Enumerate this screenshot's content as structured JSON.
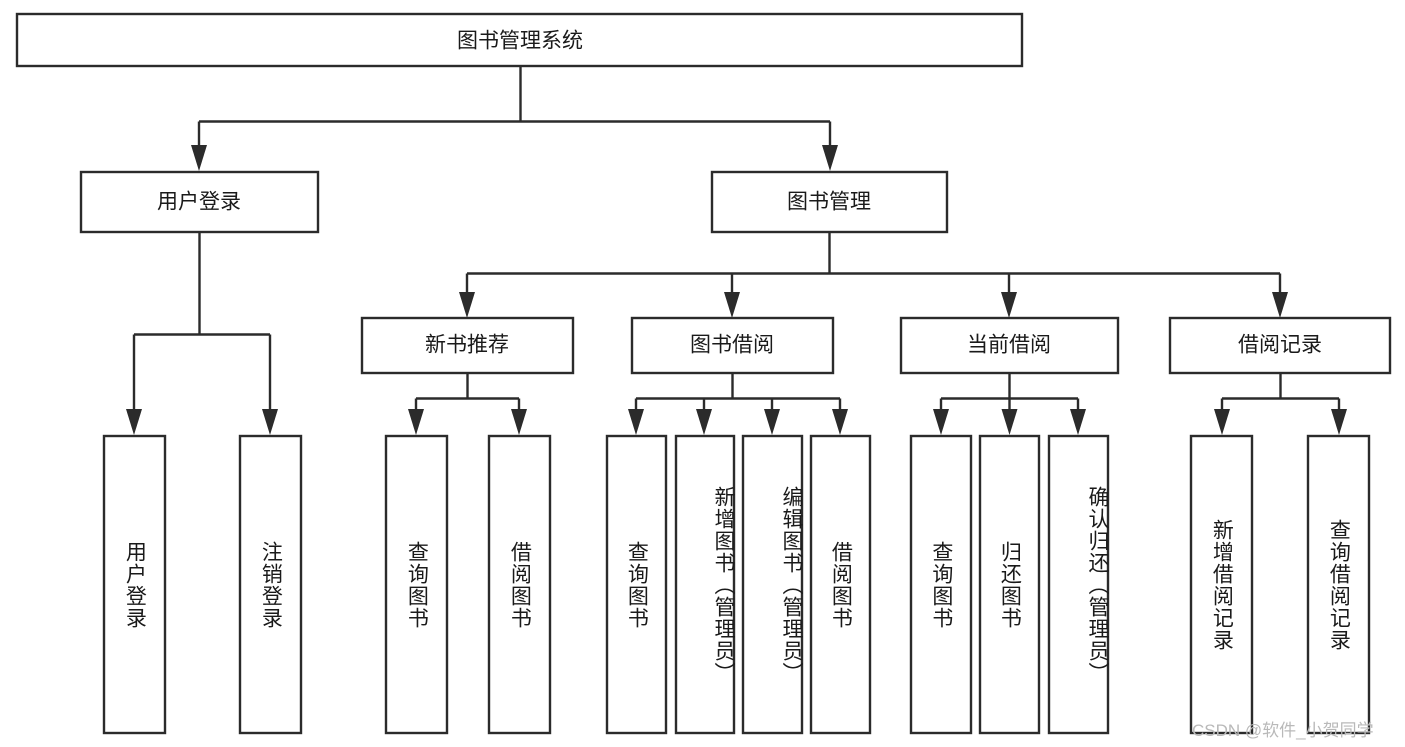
{
  "diagram": {
    "title": "图书管理系统",
    "type": "tree-hierarchy",
    "root": {
      "label": "图书管理系统",
      "orientation": "horizontal"
    },
    "level1": [
      {
        "label": "用户登录",
        "orientation": "horizontal"
      },
      {
        "label": "图书管理",
        "orientation": "horizontal"
      }
    ],
    "level2": [
      {
        "label": "新书推荐",
        "orientation": "horizontal"
      },
      {
        "label": "图书借阅",
        "orientation": "horizontal"
      },
      {
        "label": "当前借阅",
        "orientation": "horizontal"
      },
      {
        "label": "借阅记录",
        "orientation": "horizontal"
      }
    ],
    "leaves": {
      "user_login": [
        {
          "label": "用户登录",
          "orientation": "vertical"
        },
        {
          "label": "注销登录",
          "orientation": "vertical"
        }
      ],
      "new_book_recommend": [
        {
          "label": "查询图书",
          "orientation": "vertical"
        },
        {
          "label": "借阅图书",
          "orientation": "vertical"
        }
      ],
      "book_borrow": [
        {
          "label": "查询图书",
          "orientation": "vertical"
        },
        {
          "label": "新增图书（管理员）",
          "orientation": "vertical"
        },
        {
          "label": "编辑图书（管理员）",
          "orientation": "vertical"
        },
        {
          "label": "借阅图书",
          "orientation": "vertical"
        }
      ],
      "current_borrow": [
        {
          "label": "查询图书",
          "orientation": "vertical"
        },
        {
          "label": "归还图书",
          "orientation": "vertical"
        },
        {
          "label": "确认归还（管理员）",
          "orientation": "vertical"
        }
      ],
      "borrow_record": [
        {
          "label": "新增借阅记录",
          "orientation": "vertical"
        },
        {
          "label": "查询借阅记录",
          "orientation": "vertical"
        }
      ]
    }
  },
  "watermark": {
    "text": "CSDN @软件_小贺同学"
  },
  "colors": {
    "stroke": "#2b2b2b",
    "fill": "#ffffff",
    "text": "#1a1a1a",
    "watermark": "#b9b9b9"
  }
}
